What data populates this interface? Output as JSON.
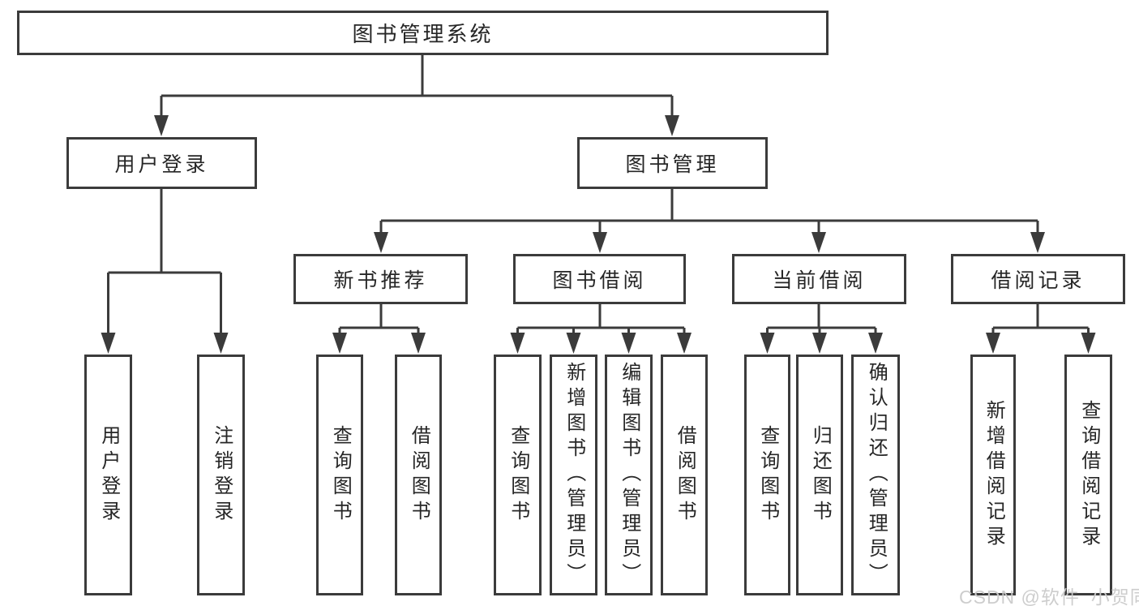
{
  "diagram": {
    "root_label": "图书管理系统",
    "user_login": {
      "label": "用户登录",
      "leaves": [
        "用户登录",
        "注销登录"
      ]
    },
    "book_mgmt": {
      "label": "图书管理",
      "new_book": {
        "label": "新书推荐",
        "leaves": [
          "查询图书",
          "借阅图书"
        ]
      },
      "borrowing": {
        "label": "图书借阅",
        "leaves": [
          "查询图书",
          "新增图书（管理员）",
          "编辑图书（管理员）",
          "借阅图书"
        ]
      },
      "current": {
        "label": "当前借阅",
        "leaves": [
          "查询图书",
          "归还图书",
          "确认归还（管理员）"
        ]
      },
      "records": {
        "label": "借阅记录",
        "leaves": [
          "新增借阅记录",
          "查询借阅记录"
        ]
      }
    }
  },
  "watermark": "CSDN @软件_小贺同学",
  "colors": {
    "line": "#3b3b3b",
    "text": "#262626",
    "watermark": "#cbcbcb",
    "background": "#ffffff"
  }
}
